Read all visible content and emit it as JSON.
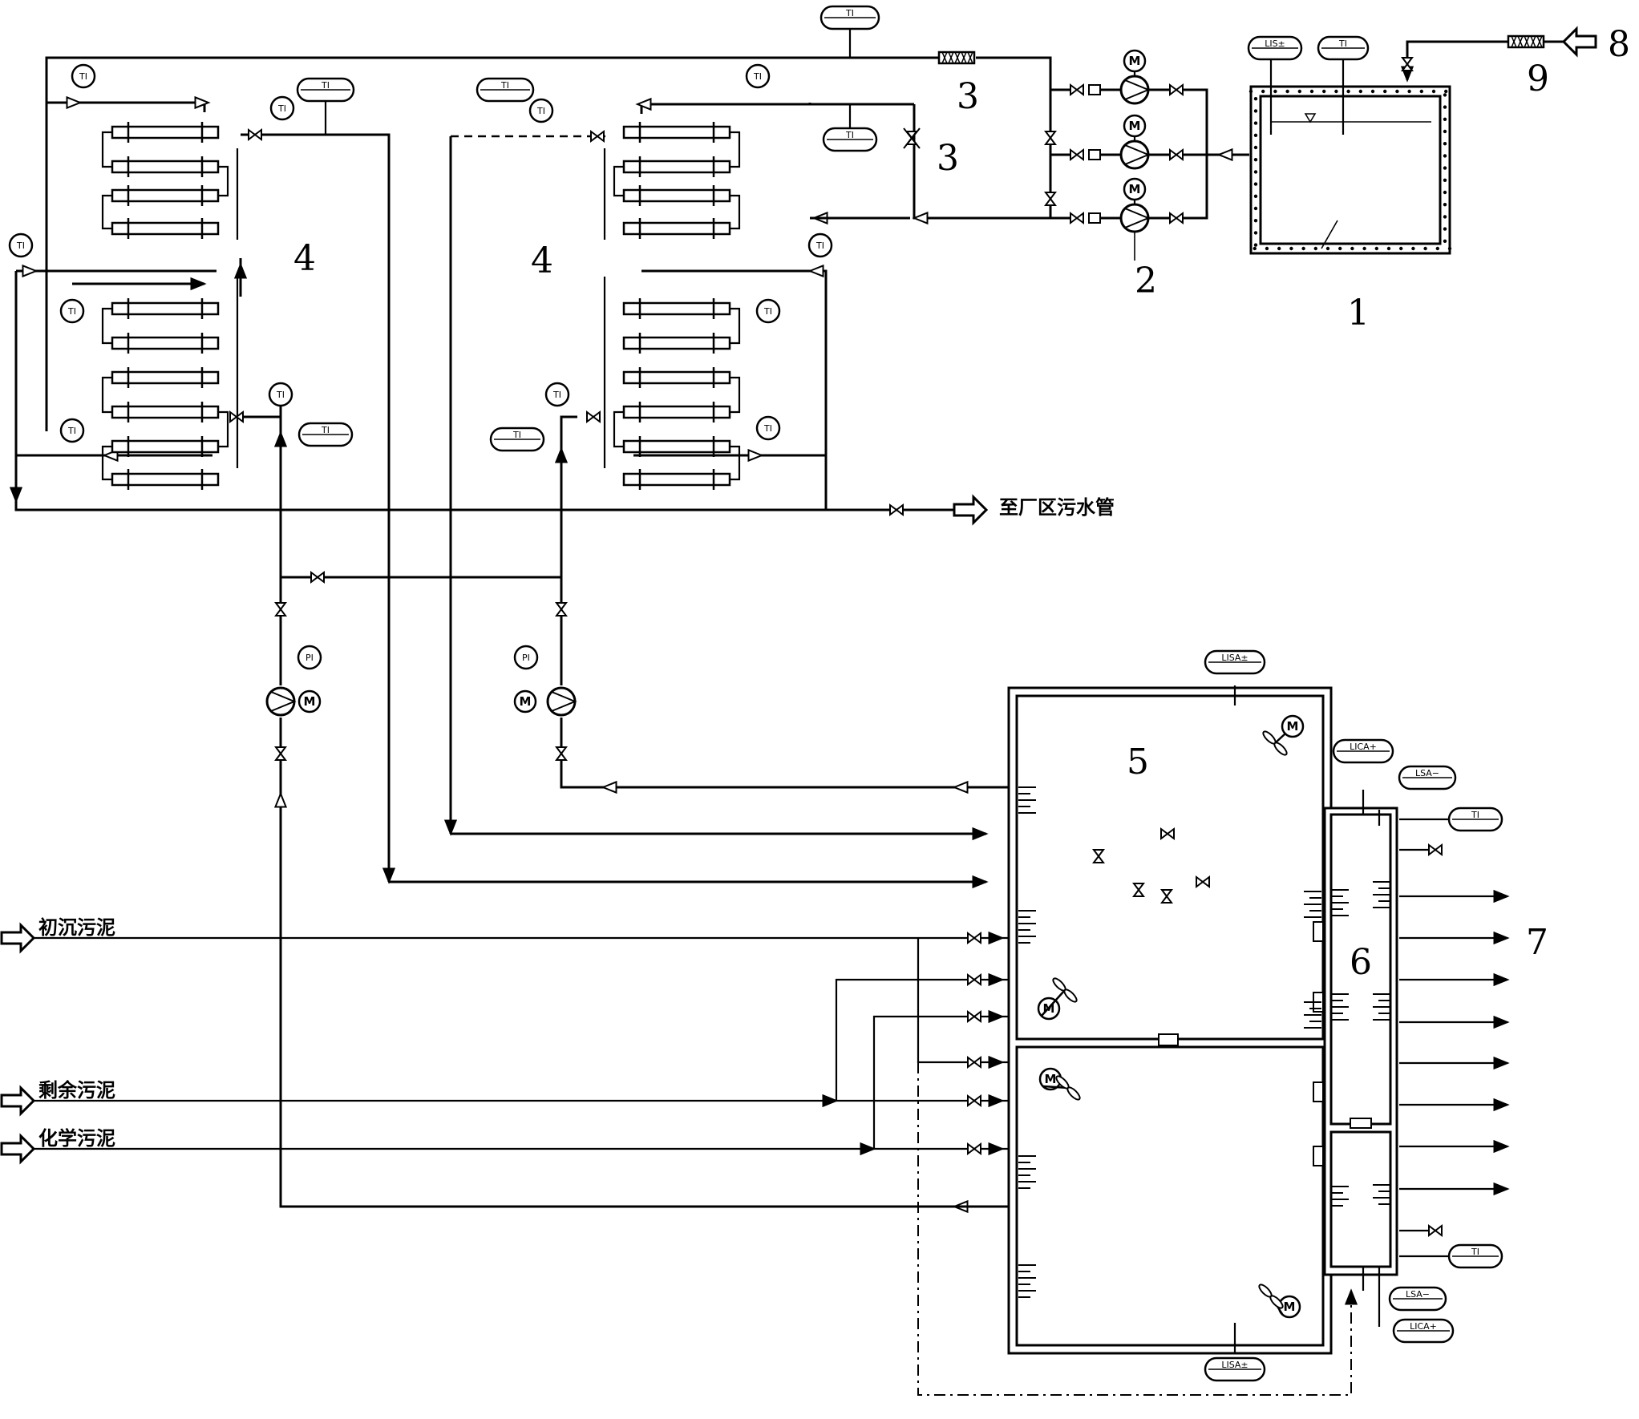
{
  "numbers": {
    "n1": "1",
    "n2": "2",
    "n3a": "3",
    "n3b": "3",
    "n4a": "4",
    "n4b": "4",
    "n5": "5",
    "n6": "6",
    "n7": "7",
    "n8": "8",
    "n9": "9"
  },
  "labels": {
    "outlet": "至厂区污水管",
    "primary_sludge": "初沉污泥",
    "excess_sludge": "剩余污泥",
    "chemical_sludge": "化学污泥"
  },
  "tags": {
    "ti": "TI",
    "pi": "PI",
    "lis": "LIS±",
    "lisa": "LISA±",
    "lica": "LICA+",
    "lsa": "LSA−",
    "motor": "M"
  }
}
